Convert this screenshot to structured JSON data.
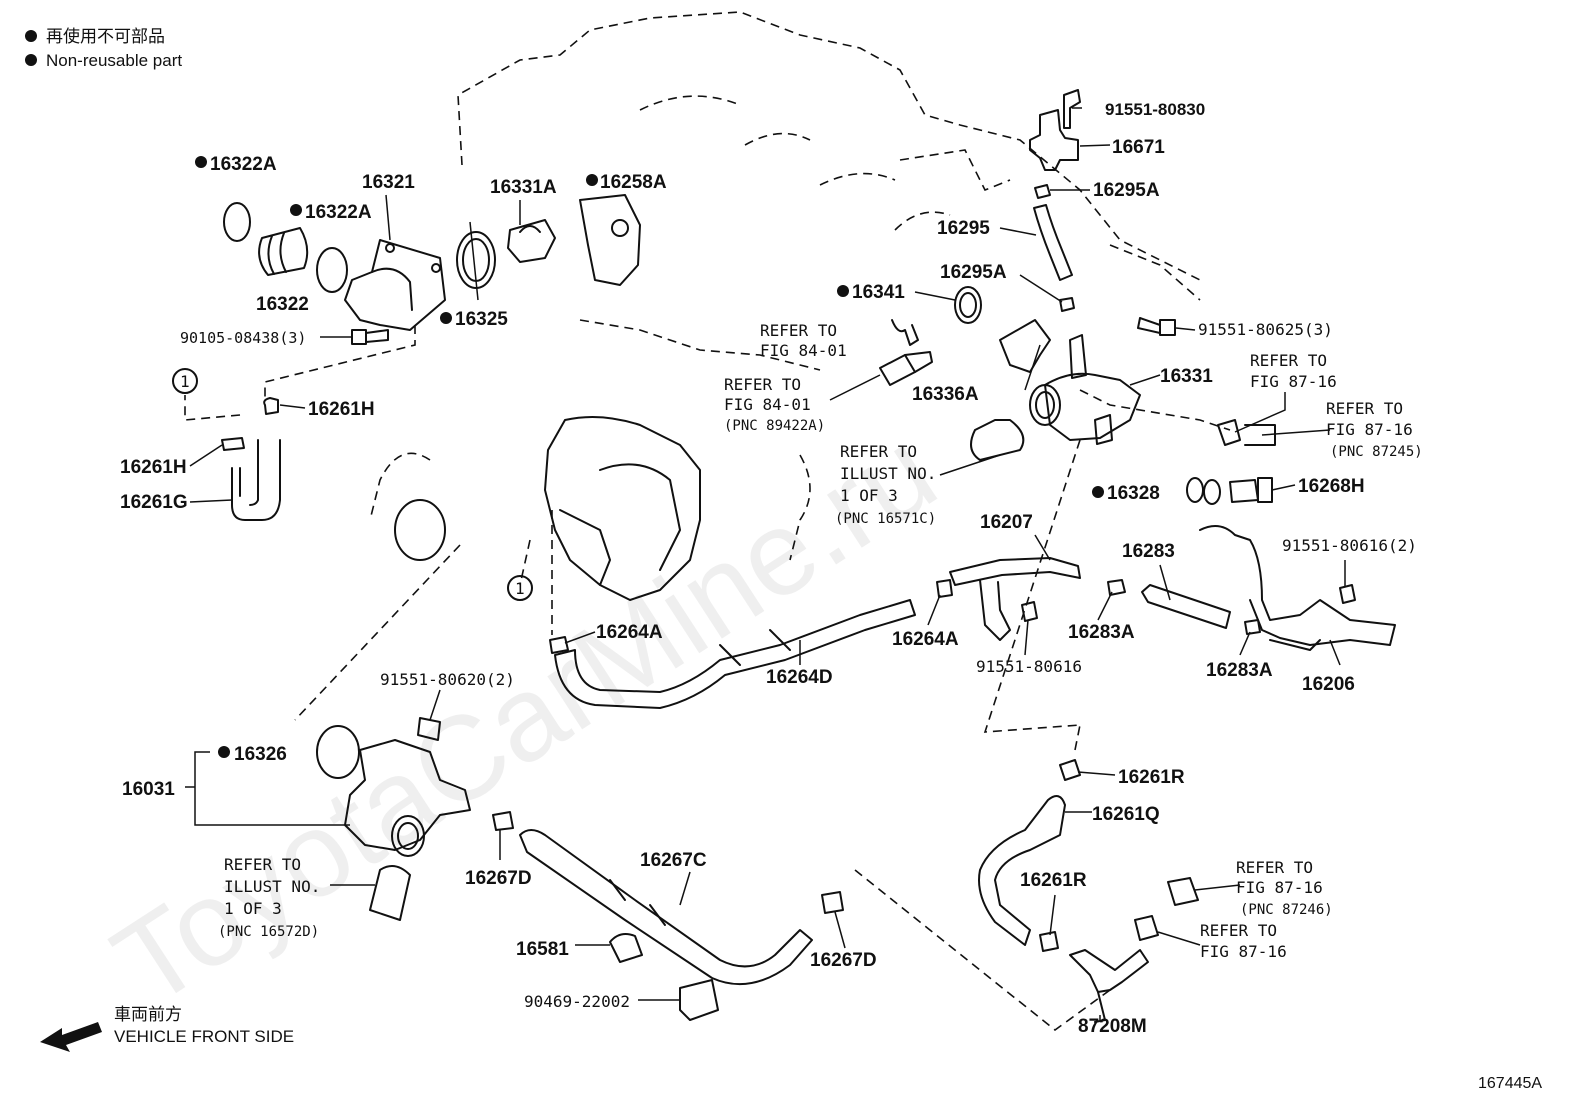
{
  "legend": {
    "marker_icon": "filled-circle-icon",
    "line_ja": "再使用不可部品",
    "line_en": "Non-reusable part"
  },
  "watermark": "ToyotaCarMine.ru",
  "parts": {
    "p16322A_1": "16322A",
    "p16322A_2": "16322A",
    "p16321": "16321",
    "p16322": "16322",
    "p90105": "90105-08438(3)",
    "p16331A": "16331A",
    "p16258A": "16258A",
    "p16325": "16325",
    "p91551_80830": "91551-80830",
    "p16671": "16671",
    "p16295A_1": "16295A",
    "p16295": "16295",
    "p16295A_2": "16295A",
    "p16341": "16341",
    "p91551_80625": "91551-80625(3)",
    "p16336A": "16336A",
    "p16331": "16331",
    "p16261H_1": "16261H",
    "p16261H_2": "16261H",
    "p16261G": "16261G",
    "p16328": "16328",
    "p16268H": "16268H",
    "p16207": "16207",
    "p16283": "16283",
    "p91551_80616_2": "91551-80616(2)",
    "p16264A_1": "16264A",
    "p16264A_2": "16264A",
    "p16283A_1": "16283A",
    "p16283A_2": "16283A",
    "p16264D": "16264D",
    "p91551_80616": "91551-80616",
    "p16206": "16206",
    "p91551_80620": "91551-80620(2)",
    "p16326": "16326",
    "p16031": "16031",
    "p16261R_1": "16261R",
    "p16261Q": "16261Q",
    "p16267C": "16267C",
    "p16267D_1": "16267D",
    "p16261R_2": "16261R",
    "p16581": "16581",
    "p16267D_2": "16267D",
    "p90469": "90469-22002",
    "p87208M": "87208M"
  },
  "refs": {
    "r1_a": "REFER TO",
    "r1_b": "FIG 84-01",
    "r2_a": "REFER TO",
    "r2_b": "FIG 84-01",
    "r2_c": "(PNC 89422A)",
    "r3_a": "REFER TO",
    "r3_b": "FIG 87-16",
    "r4_a": "REFER TO",
    "r4_b": "FIG 87-16",
    "r4_c": "(PNC 87245)",
    "r5_a": "REFER TO",
    "r5_b": "ILLUST NO.",
    "r5_c": "1 OF 3",
    "r5_d": "(PNC 16571C)",
    "r6_a": "REFER TO",
    "r6_b": "ILLUST NO.",
    "r6_c": "1 OF 3",
    "r6_d": "(PNC 16572D)",
    "r7_a": "REFER TO",
    "r7_b": "FIG 87-16",
    "r7_c": "(PNC 87246)",
    "r8_a": "REFER TO",
    "r8_b": "FIG 87-16"
  },
  "connectors": {
    "c1": "1",
    "c2": "1"
  },
  "front": {
    "icon": "arrow-left-icon",
    "line_ja": "車両前方",
    "line_en": "VEHICLE FRONT SIDE"
  },
  "figure_id": "167445A"
}
